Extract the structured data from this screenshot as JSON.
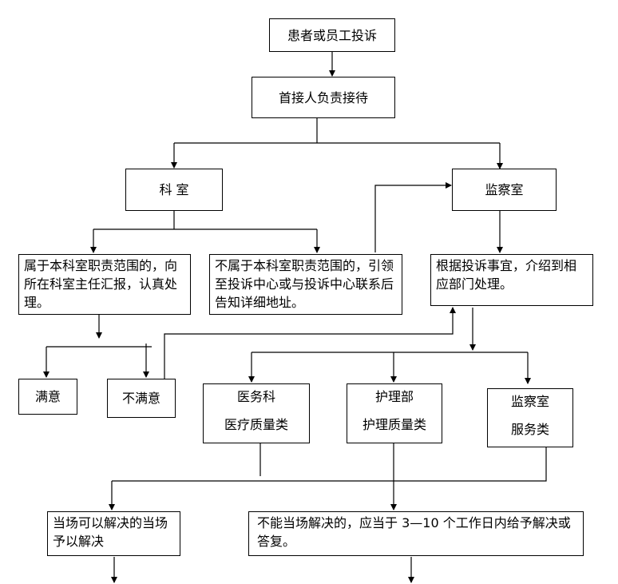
{
  "nodes": {
    "complaint": "患者或员工投诉",
    "first_receiver": "首接人负责接待",
    "department": "科 室",
    "supervision": "监察室",
    "within_scope": "属于本科室职责范围的，向所在科室主任汇报，认真处理。",
    "outside_scope": "不属于本科室职责范围的，引领至投诉中心或与投诉中心联系后告知详细地址。",
    "refer_by_type": "根据投诉事宜，介绍到相应部门处理。",
    "satisfied": "满意",
    "unsatisfied": "不满意",
    "medical_affairs": {
      "title": "医务科",
      "subtitle": "医疗质量类"
    },
    "nursing_dept": {
      "title": "护理部",
      "subtitle": "护理质量类"
    },
    "supervision_service": {
      "title": "监察室",
      "subtitle": "服务类"
    },
    "resolve_on_site": "当场可以解决的当场予以解决",
    "resolve_later": "不能当场解决的，应当于 3—10 个工作日内给予解决或答复。"
  }
}
